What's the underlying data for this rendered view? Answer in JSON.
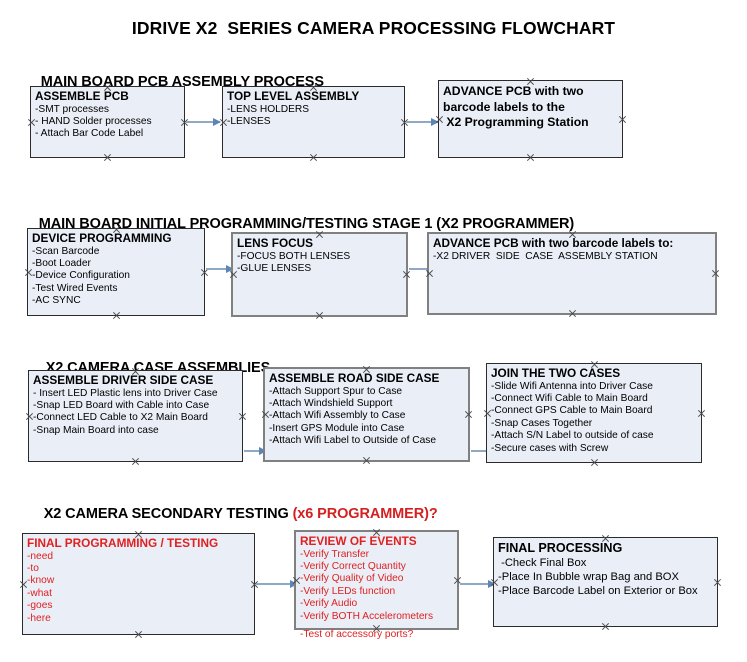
{
  "title": "IDRIVE X2  SERIES CAMERA PROCESSING FLOWCHART",
  "colors": {
    "box_fill": "#e9eef7",
    "box_border": "#2b2b2b",
    "box_border_gray": "#808080",
    "arrow": "#8fa9c4",
    "arrow_head": "#5b85b5",
    "red_text": "#e02121",
    "heading_red": "#d42020",
    "text": "#000000",
    "background": "#ffffff"
  },
  "sections": [
    {
      "heading": "MAIN BOARD PCB ASSEMBLY PROCESS",
      "heading_red": "",
      "boxes": [
        {
          "title": "ASSEMBLE PCB",
          "lines": [
            "-SMT processes",
            "- HAND Solder processes",
            "- Attach Bar Code Label"
          ]
        },
        {
          "title": "TOP LEVEL ASSEMBLY",
          "lines": [
            "-LENS HOLDERS",
            "-LENSES"
          ]
        },
        {
          "title": "ADVANCE PCB with two",
          "lines": [
            "barcode labels to the",
            " X2 Programming Station"
          ]
        }
      ]
    },
    {
      "heading": "MAIN BOARD INITIAL PROGRAMMING/TESTING STAGE 1 (X2 PROGRAMMER)",
      "heading_red": "",
      "boxes": [
        {
          "title": "DEVICE PROGRAMMING",
          "lines": [
            "-Scan Barcode",
            "-Boot Loader",
            "-Device Configuration",
            "-Test Wired Events",
            "-AC SYNC"
          ]
        },
        {
          "title": "LENS FOCUS",
          "lines": [
            "-FOCUS BOTH LENSES",
            "-GLUE LENSES"
          ]
        },
        {
          "title": "ADVANCE PCB with two barcode labels to:",
          "lines": [
            "-X2 DRIVER  SIDE  CASE  ASSEMBLY STATION"
          ]
        }
      ]
    },
    {
      "heading": "X2 CAMERA CASE ASSEMBLIES",
      "heading_red": "",
      "boxes": [
        {
          "title": "ASSEMBLE DRIVER SIDE CASE",
          "lines": [
            "- Insert LED Plastic lens into Driver Case",
            "-Snap LED Board with Cable into Case",
            "-Connect LED Cable to X2 Main Board",
            "-Snap Main Board into case"
          ]
        },
        {
          "title": "ASSEMBLE ROAD SIDE CASE",
          "lines": [
            "-Attach Support Spur to Case",
            "-Attach Windshield Support",
            "-Attach Wifi Assembly to Case",
            "-Insert GPS Module into Case",
            "-Attach Wifi Label to Outside of Case"
          ]
        },
        {
          "title": "JOIN THE TWO CASES",
          "lines": [
            "-Slide Wifi Antenna into Driver Case",
            "-Connect Wifi Cable to Main Board",
            "-Connect GPS Cable to Main Board",
            "-Snap Cases Together",
            "-Attach S/N Label to outside of case",
            "-Secure cases with Screw"
          ]
        }
      ]
    },
    {
      "heading": "X2 CAMERA SECONDARY TESTING ",
      "heading_red": "(x6 PROGRAMMER)?",
      "boxes": [
        {
          "title": "FINAL PROGRAMMING / TESTING",
          "lines": [
            "-need",
            "-to",
            "-know",
            "-what",
            "-goes",
            "-here"
          ]
        },
        {
          "title": "REVIEW OF EVENTS",
          "lines": [
            "-Verify Transfer",
            "-Verify Correct Quantity",
            "-Verify Quality of Video",
            "-Verify LEDs function",
            "-Verify Audio",
            "-Verify BOTH Accelerometers"
          ],
          "overflow_line": "-Test of accessory ports?"
        },
        {
          "title": "FINAL PROCESSING",
          "lines": [
            " -Check Final Box",
            "-Place In Bubble wrap Bag and BOX",
            "-Place Barcode Label on Exterior or Box"
          ]
        }
      ]
    }
  ]
}
